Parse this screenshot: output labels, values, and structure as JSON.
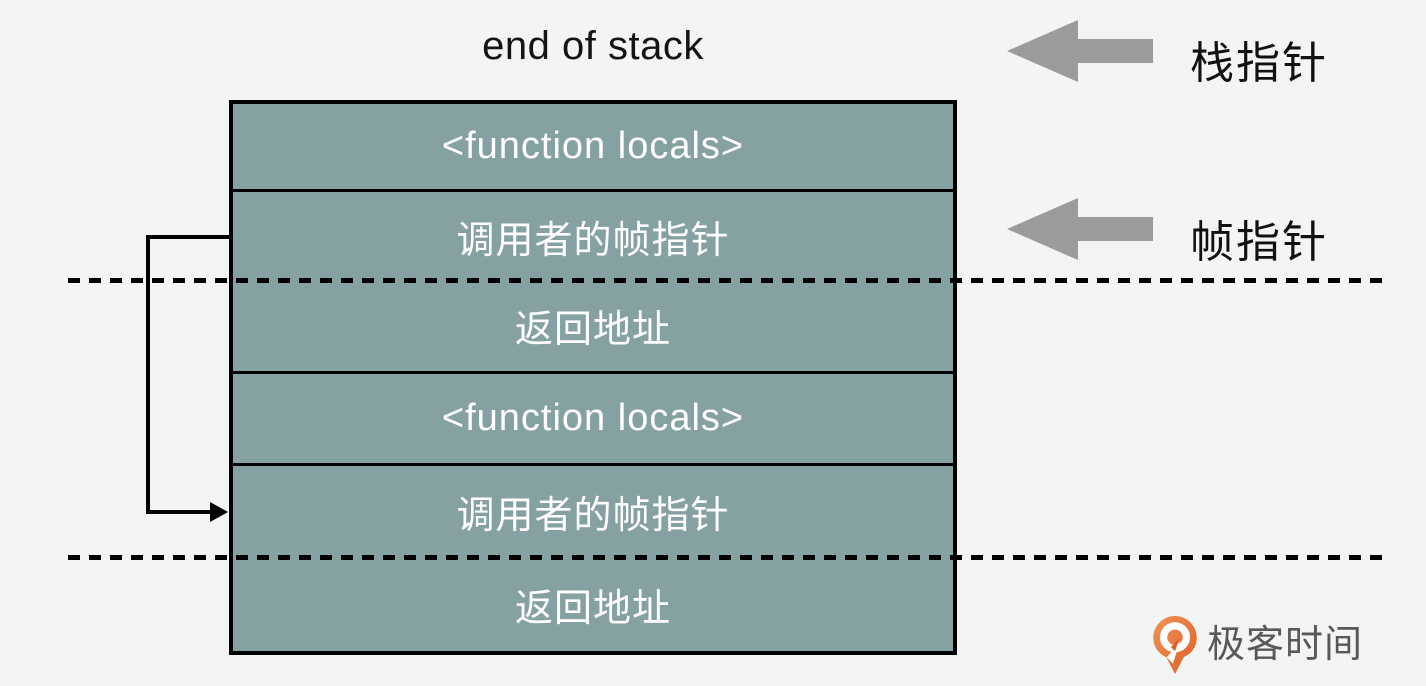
{
  "title": "end of stack",
  "stack": {
    "rows": [
      {
        "label": "<function locals>"
      },
      {
        "label": "调用者的帧指针"
      },
      {
        "label": "返回地址"
      },
      {
        "label": "<function locals>"
      },
      {
        "label": "调用者的帧指针"
      },
      {
        "label": "返回地址"
      }
    ]
  },
  "annotations": {
    "stack_pointer": {
      "label": "栈指针"
    },
    "frame_pointer": {
      "label": "帧指针"
    }
  },
  "watermark": {
    "brand": "极客时间"
  },
  "colors": {
    "background": "#f3f5f4",
    "cell_fill": "#85a1a2",
    "cell_text": "#ffffff",
    "line": "#000000",
    "pointer_arrow": "#9b9b9b",
    "brand_text": "#595757",
    "brand_orange_light": "#f0945a",
    "brand_orange_dark": "#dd5f24"
  }
}
